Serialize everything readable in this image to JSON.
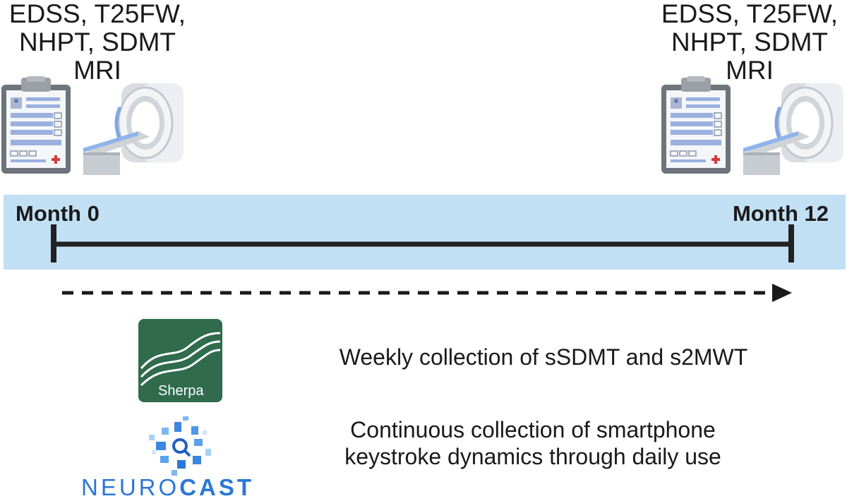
{
  "assessments_left": {
    "line1": "EDSS, T25FW,",
    "line2": "NHPT, SDMT",
    "line3": "MRI"
  },
  "assessments_right": {
    "line1": "EDSS, T25FW,",
    "line2": "NHPT, SDMT",
    "line3": "MRI"
  },
  "timeline": {
    "start_label": "Month 0",
    "end_label": "Month 12"
  },
  "sherpa": {
    "logo_text": "Sherpa",
    "description": "Weekly collection of sSDMT and s2MWT"
  },
  "neurocast": {
    "logo_text_thin": "NEURO",
    "logo_text_bold": "CAST",
    "description_line1": "Continuous collection of smartphone",
    "description_line2": "keystroke dynamics through daily use"
  },
  "colors": {
    "band": "#c2e0f4",
    "timeline": "#222222",
    "sherpa_green": "#2f6b4c",
    "neurocast_blue": "#2b77d6"
  }
}
